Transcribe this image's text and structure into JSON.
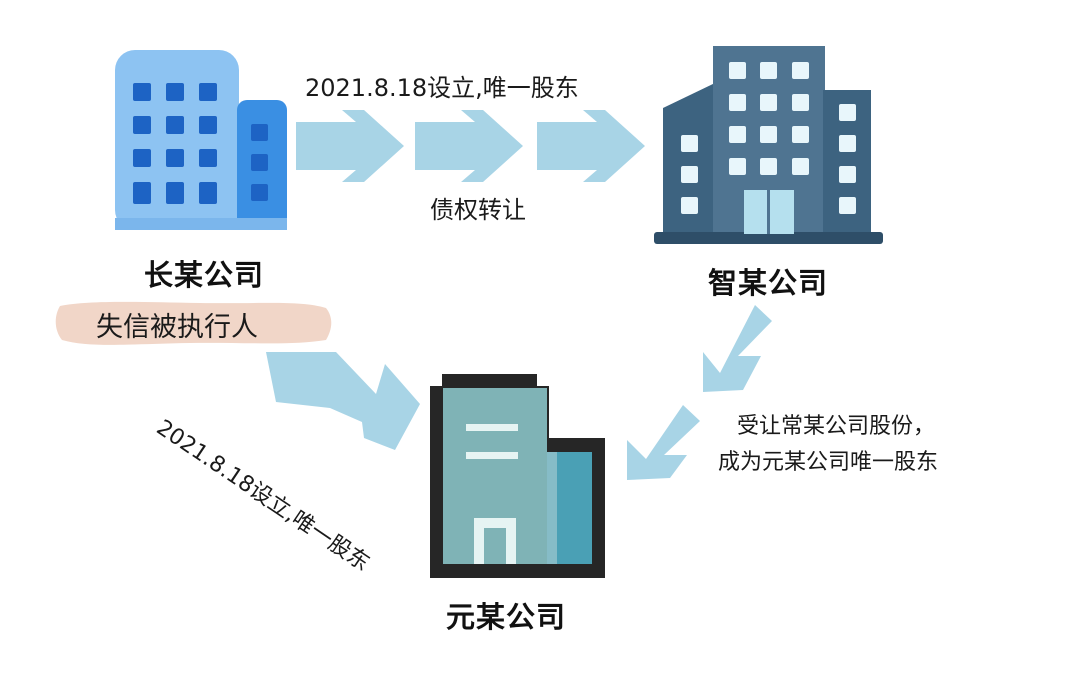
{
  "nodes": {
    "chang": {
      "name": "长某公司",
      "tag": "失信被执行人"
    },
    "zhi": {
      "name": "智某公司"
    },
    "yuan": {
      "name": "元某公司"
    }
  },
  "edges": {
    "chang_to_zhi": {
      "top_label": "2021.8.18设立,唯一股东",
      "bottom_label": "债权转让"
    },
    "chang_to_yuan": {
      "label": "2021.8.18设立,唯一股东"
    },
    "zhi_to_yuan": {
      "label_line1": "受让常某公司股份，",
      "label_line2": "成为元某公司唯一股东"
    }
  },
  "colors": {
    "arrow": "#a8d4e6",
    "chang_building": "#8dc3f2",
    "chang_window": "#1d63c4",
    "zhi_building": "#4f7491",
    "zhi_window": "#e8f6fb",
    "yuan_outline": "#262626",
    "yuan_body": "#7fb3b6",
    "yuan_side": "#4aa0b5",
    "tag_highlight": "#f1d6c8"
  },
  "icons": {
    "chang": "office-building-icon",
    "zhi": "office-tower-icon",
    "yuan": "building-icon"
  }
}
